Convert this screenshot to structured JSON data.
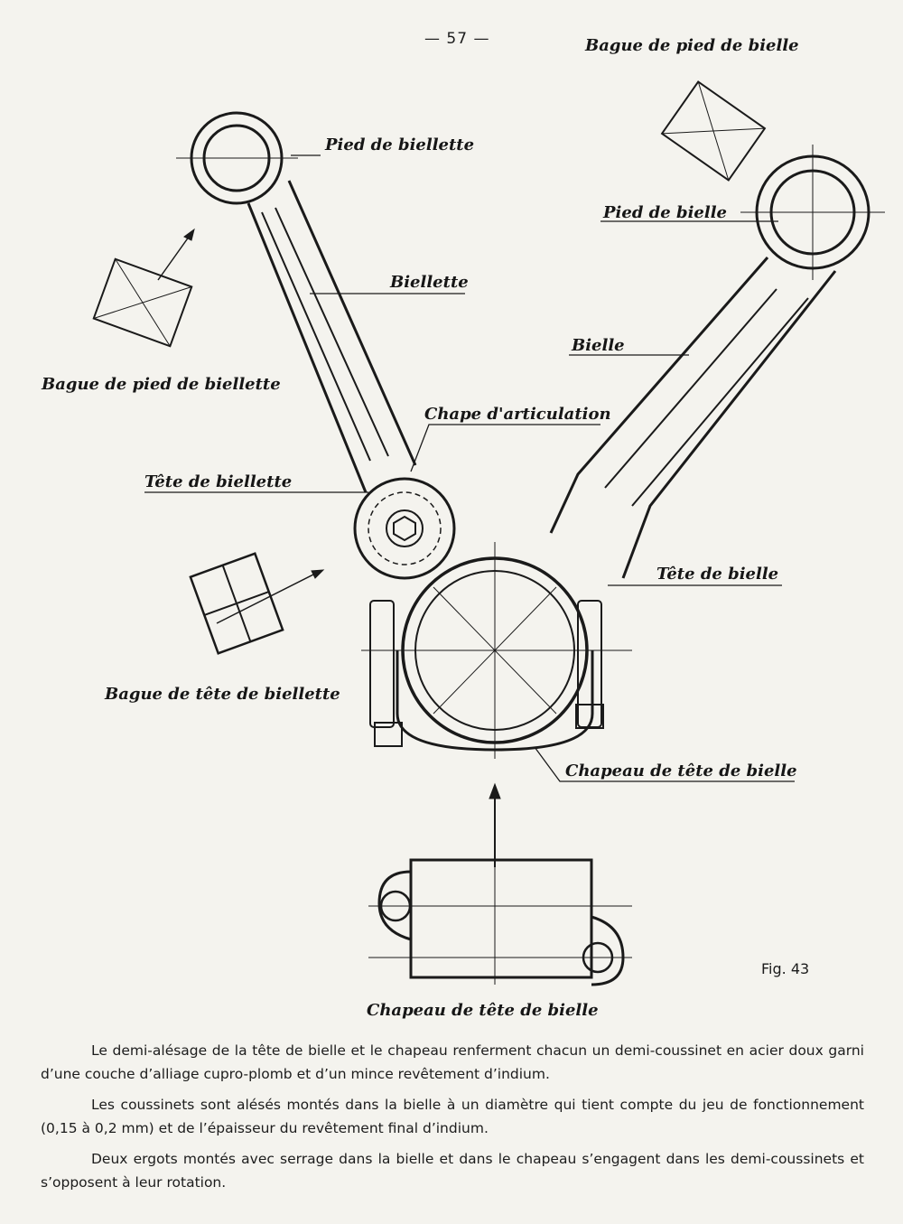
{
  "page_number": "— 57 —",
  "figure": {
    "caption": "Fig. 43",
    "labels": {
      "bague_pied_bielle": "Bague de pied de bielle",
      "pied_biellette": "Pied de biellette",
      "pied_bielle": "Pied de bielle",
      "biellette": "Biellette",
      "bielle": "Bielle",
      "bague_pied_biellette": "Bague de pied de biellette",
      "chape_articulation": "Chape d'articulation",
      "tete_biellette": "Tête de biellette",
      "tete_bielle": "Tête de bielle",
      "bague_tete_biellette": "Bague de tête de biellette",
      "chapeau_tete_bielle": "Chapeau de tête de bielle",
      "chapeau_tete_bielle_bottom": "Chapeau de tête de bielle"
    }
  },
  "paragraphs": [
    "Le demi-alésage de la tête de bielle et le chapeau renferment chacun un demi-coussinet en acier doux garni d’une couche d’alliage cupro-plomb et d’un mince revêtement d’indium.",
    "Les coussinets sont alésés montés dans la bielle à un diamètre qui tient compte du jeu de fonctionnement (0,15 à 0,2 mm) et de l’épaisseur du revêtement final d’indium.",
    "Deux ergots montés avec serrage dans la bielle et dans le chapeau s’engagent dans les demi-coussinets et s’opposent à leur rotation."
  ]
}
